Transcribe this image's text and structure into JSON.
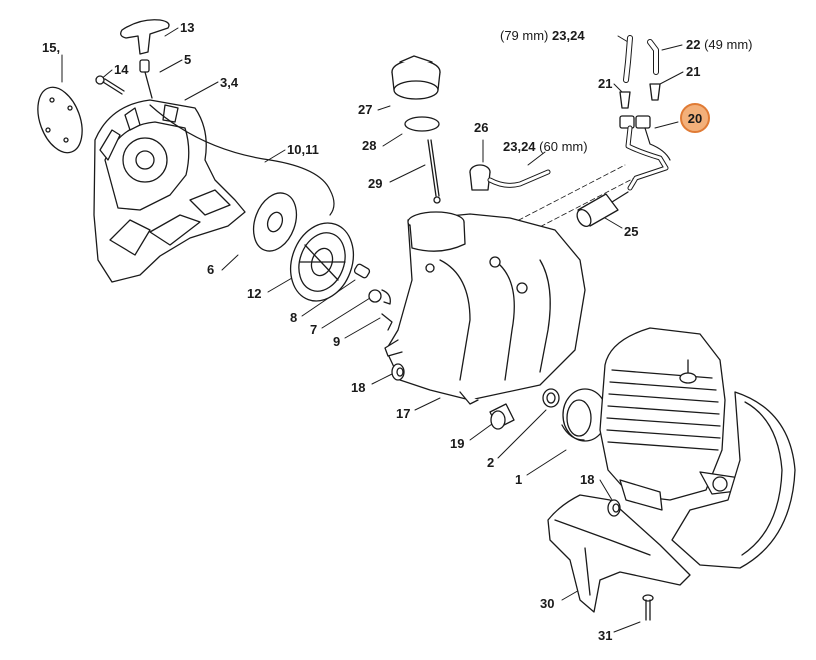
{
  "highlight": {
    "part": "20",
    "color": "#f3b07a",
    "border": "#e07b35"
  },
  "callouts": {
    "c15": "15,",
    "c14": "14",
    "c13": "13",
    "c5": "5",
    "c34": "3,4",
    "c1011": "10,11",
    "c6": "6",
    "c12": "12",
    "c8": "8",
    "c7": "7",
    "c9": "9",
    "c27": "27",
    "c28": "28",
    "c29": "29",
    "c26": "26",
    "c2324a_prefix": "(79 mm)",
    "c2324a": "23,24",
    "c2324b": "23,24",
    "c2324b_suffix": "(60 mm)",
    "c22": "22",
    "c22_suffix": "(49 mm)",
    "c21a": "21",
    "c21b": "21",
    "c25": "25",
    "c18a": "18",
    "c17": "17",
    "c19": "19",
    "c2": "2",
    "c1": "1",
    "c18b": "18",
    "c30": "30",
    "c31": "31"
  }
}
